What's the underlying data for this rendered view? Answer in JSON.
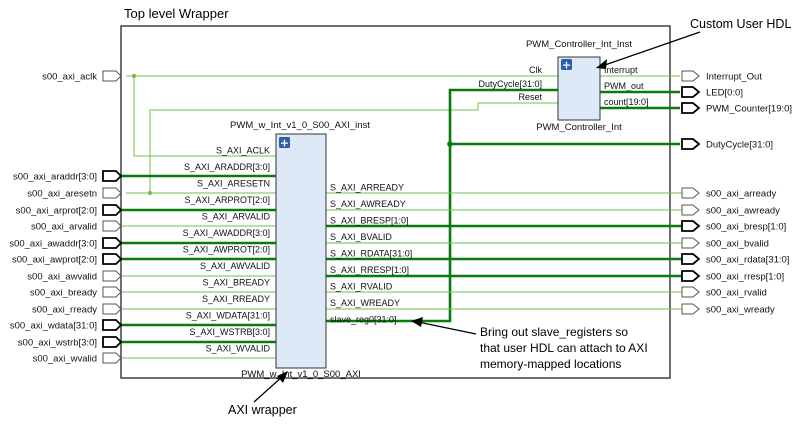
{
  "wrapper_title": "Top level Wrapper",
  "custom_hdl_label": "Custom User HDL",
  "axi_wrapper_label": "AXI wrapper",
  "annotation_lines": [
    "Bring out slave_registers so",
    "that user HDL can attach to AXI",
    "memory-mapped locations"
  ],
  "pwm_block": {
    "instance_name": "PWM_Controller_Int_Inst",
    "module_name": "PWM_Controller_Int",
    "inputs": [
      "Clk",
      "DutyCycle[31:0]",
      "Reset"
    ],
    "outputs": [
      "Interrupt",
      "PWM_out",
      "count[19:0]"
    ]
  },
  "axi_block": {
    "instance_name": "PWM_w_Int_v1_0_S00_AXI_inst",
    "module_name": "PWM_w_Int_v1_0_S00_AXI",
    "inputs": [
      "S_AXI_ACLK",
      "S_AXI_ARADDR[3:0]",
      "S_AXI_ARESETN",
      "S_AXI_ARPROT[2:0]",
      "S_AXI_ARVALID",
      "S_AXI_AWADDR[3:0]",
      "S_AXI_AWPROT[2:0]",
      "S_AXI_AWVALID",
      "S_AXI_BREADY",
      "S_AXI_RREADY",
      "S_AXI_WDATA[31:0]",
      "S_AXI_WSTRB[3:0]",
      "S_AXI_WVALID"
    ],
    "outputs": [
      "S_AXI_ARREADY",
      "S_AXI_AWREADY",
      "S_AXI_BRESP[1:0]",
      "S_AXI_BVALID",
      "S_AXI_RDATA[31:0]",
      "S_AXI_RRESP[1:0]",
      "S_AXI_RVALID",
      "S_AXI_WREADY",
      "slave_reg0[31:0]"
    ]
  },
  "top_inputs": [
    {
      "name": "s00_axi_aclk",
      "bus": false
    },
    {
      "name": "s00_axi_araddr[3:0]",
      "bus": true
    },
    {
      "name": "s00_axi_aresetn",
      "bus": false
    },
    {
      "name": "s00_axi_arprot[2:0]",
      "bus": true
    },
    {
      "name": "s00_axi_arvalid",
      "bus": false
    },
    {
      "name": "s00_axi_awaddr[3:0]",
      "bus": true
    },
    {
      "name": "s00_axi_awprot[2:0]",
      "bus": true
    },
    {
      "name": "s00_axi_awvalid",
      "bus": false
    },
    {
      "name": "s00_axi_bready",
      "bus": false
    },
    {
      "name": "s00_axi_rready",
      "bus": false
    },
    {
      "name": "s00_axi_wdata[31:0]",
      "bus": true
    },
    {
      "name": "s00_axi_wstrb[3:0]",
      "bus": true
    },
    {
      "name": "s00_axi_wvalid",
      "bus": false
    }
  ],
  "top_outputs": [
    {
      "name": "Interrupt_Out",
      "bus": false
    },
    {
      "name": "LED[0:0]",
      "bus": true
    },
    {
      "name": "PWM_Counter[19:0]",
      "bus": true
    },
    {
      "name": "DutyCycle[31:0]",
      "bus": true
    },
    {
      "name": "s00_axi_arready",
      "bus": false
    },
    {
      "name": "s00_axi_awready",
      "bus": false
    },
    {
      "name": "s00_axi_bresp[1:0]",
      "bus": true
    },
    {
      "name": "s00_axi_bvalid",
      "bus": false
    },
    {
      "name": "s00_axi_rdata[31:0]",
      "bus": true
    },
    {
      "name": "s00_axi_rresp[1:0]",
      "bus": true
    },
    {
      "name": "s00_axi_rvalid",
      "bus": false
    },
    {
      "name": "s00_axi_wready",
      "bus": false
    }
  ],
  "colors": {
    "wire": "#6cc24a",
    "bus": "#0a7a0a",
    "block_fill": "#dde9f7",
    "block_stroke": "#333333",
    "plus_fill": "#2f5fa8"
  }
}
